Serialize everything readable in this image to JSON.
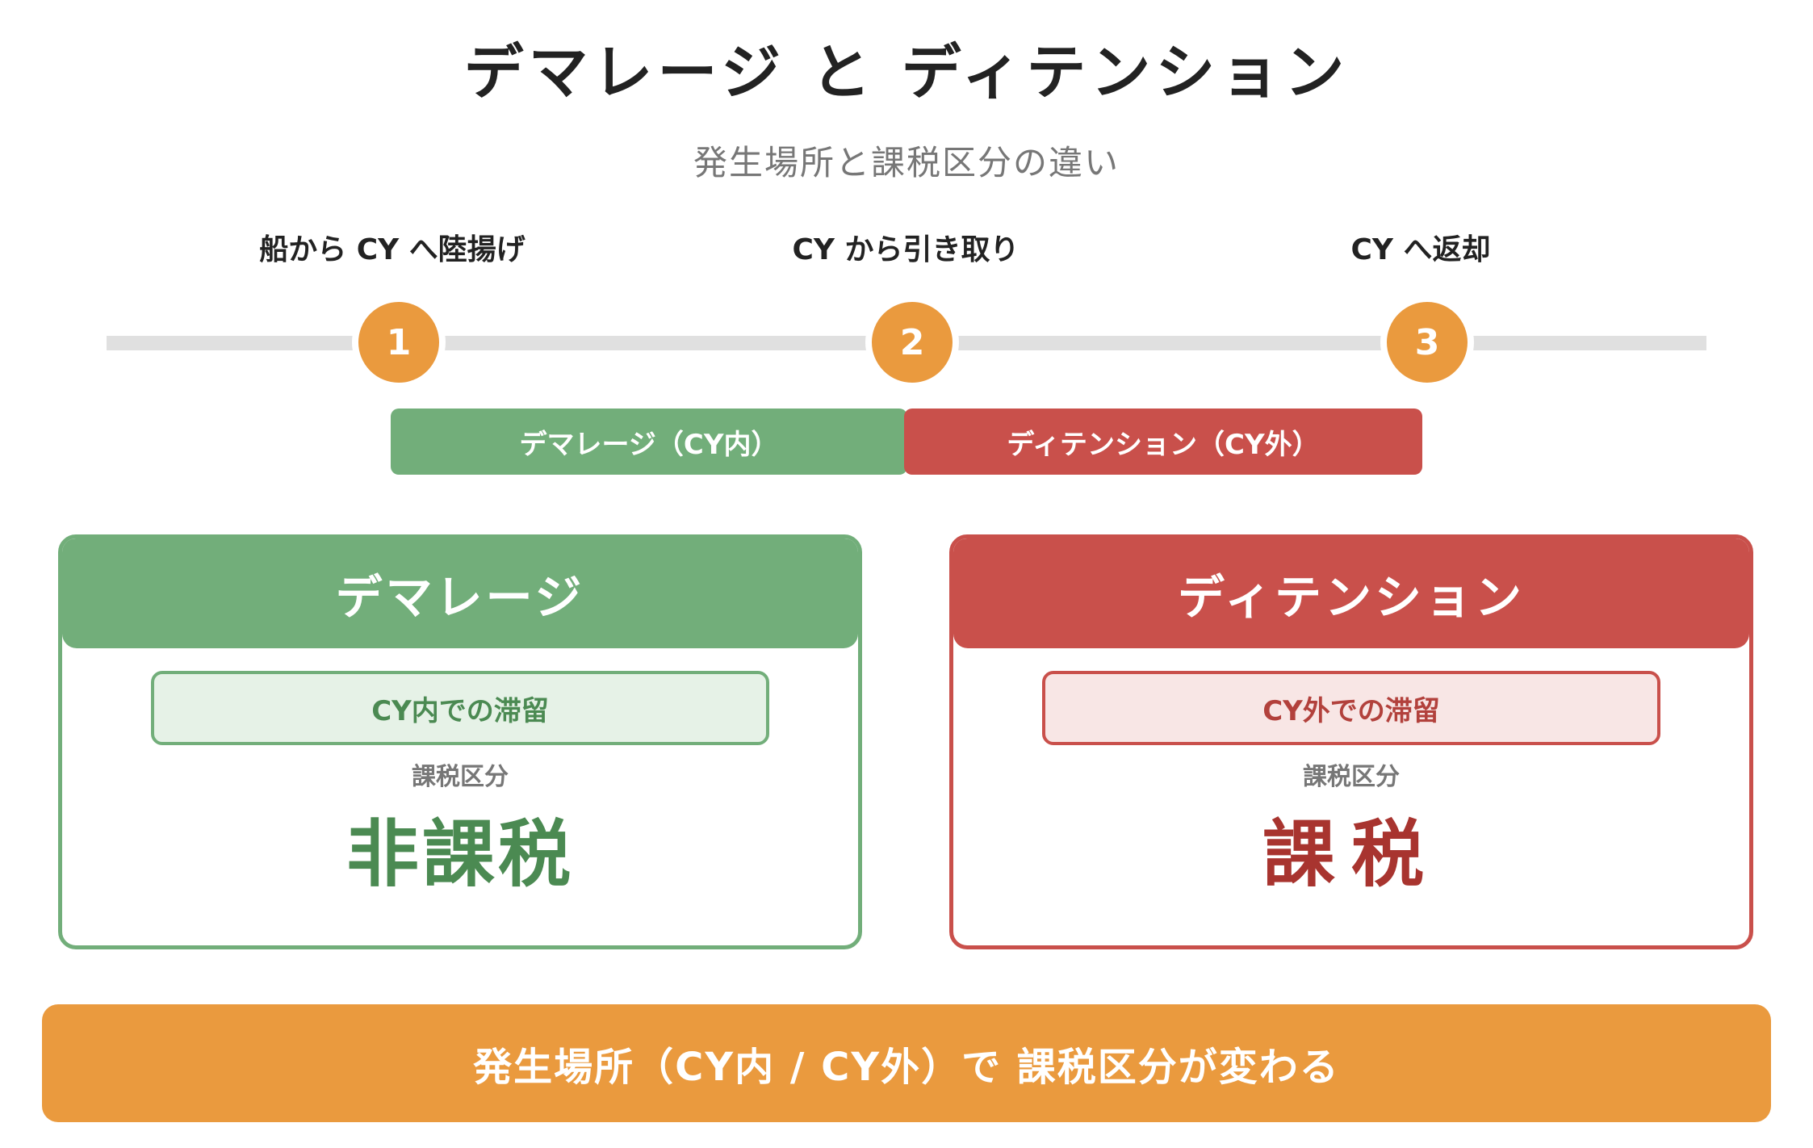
{
  "title": "デマレージ と ディテンション",
  "subtitle": "発生場所と課税区分の違い",
  "timeline": {
    "steps": [
      {
        "number": "1",
        "label": "船から CY へ陸揚げ"
      },
      {
        "number": "2",
        "label": "CY から引き取り"
      },
      {
        "number": "3",
        "label": "CY へ返却"
      }
    ],
    "ranges": [
      {
        "label": "デマレージ（CY内）",
        "color": "#72ae7a"
      },
      {
        "label": "ディテンション（CY外）",
        "color": "#c9504b"
      }
    ]
  },
  "cards": [
    {
      "header": "デマレージ",
      "tag": "CY内での滞留",
      "tax_label": "課税区分",
      "tax_value": "非課税",
      "color": "#72ae7a"
    },
    {
      "header": "ディテンション",
      "tag": "CY外での滞留",
      "tax_label": "課税区分",
      "tax_value": "課税",
      "color": "#c9504b"
    }
  ],
  "summary": "発生場所（CY内 / CY外）で 課税区分が変わる",
  "colors": {
    "accent": "#ea9a3e",
    "green": "#72ae7a",
    "red": "#c9504b",
    "track": "#e0e0e0"
  }
}
